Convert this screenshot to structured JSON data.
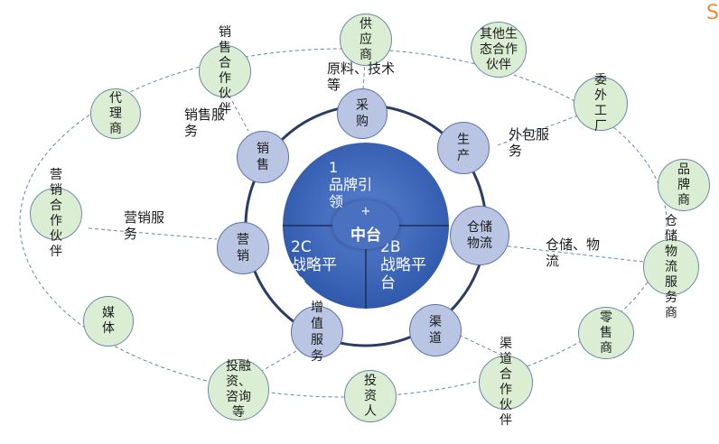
{
  "hub": {
    "center_plus": "+",
    "center_label": "中台",
    "top_text": "1\n品牌引\n领",
    "left_text": "2C\n战略平\n台",
    "right_text": "2B\n战略平\n台"
  },
  "inner_nodes": {
    "procurement": "采\n购",
    "production": "生\n产",
    "warehouse": "仓储\n物流",
    "channel": "渠\n道",
    "value_added": "增\n值\n服\n务",
    "marketing": "营\n销",
    "sales": "销\n售"
  },
  "outer_nodes": {
    "supplier": "供\n应\n商",
    "ecosystem": "其他生\n态合作\n伙伴",
    "outsourced_factory": "委\n外\n工\n厂",
    "brand": "品\n牌\n商",
    "logistics_provider": "仓\n储\n物\n流\n服\n务\n商",
    "retailer": "零\n售\n商",
    "channel_partner": "渠\n道\n合\n作\n伙\n伴",
    "investor": "投\n资\n人",
    "financing": "投融\n资、\n咨询\n等",
    "media": "媒\n体",
    "marketing_partner": "营\n销\n合\n作\n伙\n伴",
    "agent": "代\n理\n商",
    "sales_partner": "销\n售\n合\n作\n伙\n伴"
  },
  "labels": {
    "materials": "原料、技术\n等",
    "outsourcing": "外包服\n务",
    "warehousing": "仓储、物\n流",
    "sales_service": "销售服\n务",
    "marketing_service": "营销服\n务"
  },
  "decor": {
    "corner_glyph": "S"
  },
  "colors": {
    "outer_fill": "#dbeed3",
    "inner_fill": "#b9c5e2",
    "hub_fill": "#3c64b8",
    "ring_stroke": "#2b3d66",
    "dash_stroke": "#6b86a8"
  }
}
